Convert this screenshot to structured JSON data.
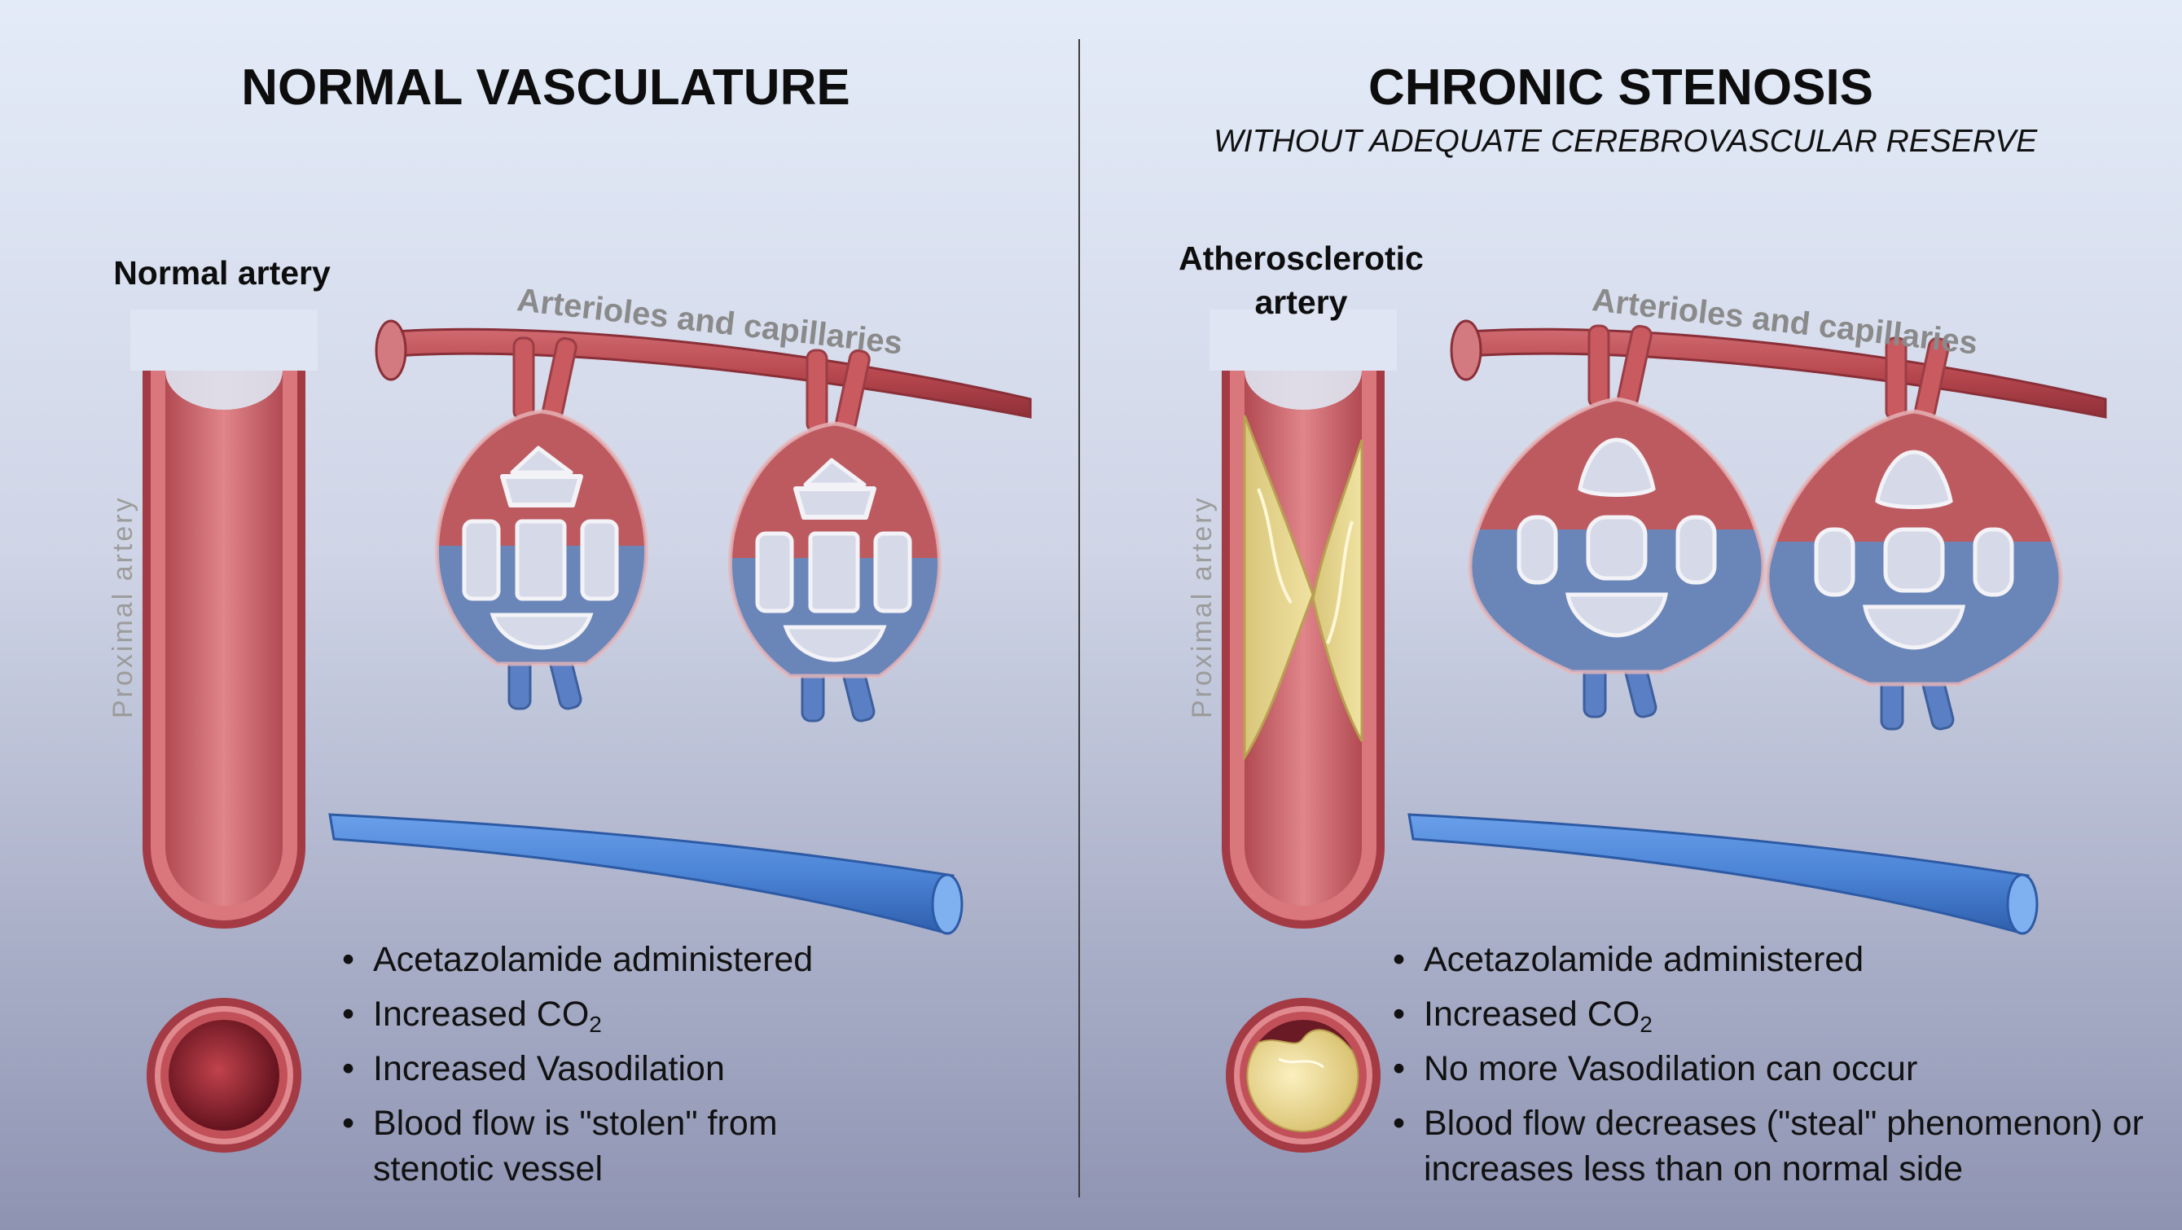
{
  "left_panel": {
    "title": "NORMAL VASCULATURE",
    "artery_label": "Normal artery",
    "arterioles_label": "Arterioles and capillaries",
    "proximal_label": "Proximal artery",
    "bullets": [
      {
        "text": "Acetazolamide administered"
      },
      {
        "text": "Increased CO",
        "sub": "2"
      },
      {
        "text": "Increased Vasodilation"
      },
      {
        "text": "Blood flow is \"stolen\" from stenotic vessel"
      }
    ]
  },
  "right_panel": {
    "title": "CHRONIC STENOSIS",
    "subtitle_emphasis": "WITHOUT",
    "subtitle_rest": " ADEQUATE CEREBROVASCULAR RESERVE",
    "artery_label": "Atherosclerotic artery",
    "arterioles_label": "Arterioles and capillaries",
    "proximal_label": "Proximal artery",
    "bullets": [
      {
        "text": "Acetazolamide administered"
      },
      {
        "text": "Increased CO",
        "sub": "2"
      },
      {
        "text": "No more Vasodilation can occur"
      },
      {
        "text": "Blood flow decreases (\"steal\" phenomenon) or increases less than on normal side"
      }
    ]
  },
  "colors": {
    "arterial_red": "#c2585c",
    "venous_blue": "#6a85b8",
    "vein_blue": "#4c84d6",
    "plaque_yellow": "#e5d489",
    "background_top": "#e4ebf8",
    "background_bottom": "#8e93b2"
  }
}
